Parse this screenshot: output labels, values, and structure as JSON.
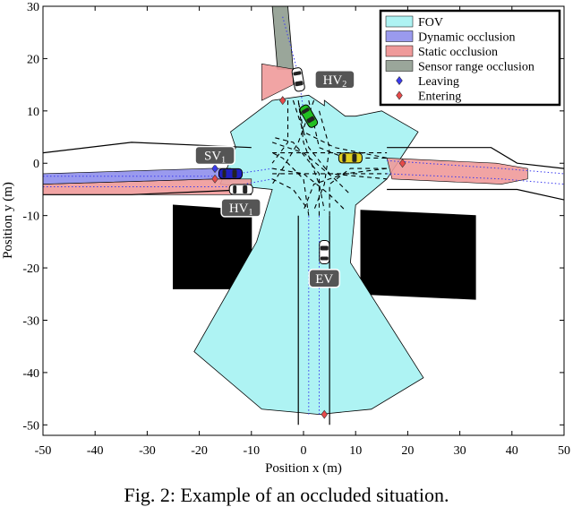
{
  "figure": {
    "caption": "Fig. 2: Example of an occluded situation."
  },
  "chart_data": {
    "type": "scatter",
    "title": "",
    "xlabel": "Position x (m)",
    "ylabel": "Position y (m)",
    "xlim": [
      -50,
      50
    ],
    "ylim": [
      -52,
      30
    ],
    "xticks": [
      -50,
      -40,
      -30,
      -20,
      -10,
      0,
      10,
      20,
      30,
      40,
      50
    ],
    "yticks": [
      -50,
      -40,
      -30,
      -20,
      -10,
      0,
      10,
      20,
      30
    ],
    "grid": false,
    "legend_position": "top-right",
    "legend": [
      {
        "label": "FOV",
        "kind": "patch",
        "color": "#aef3f3"
      },
      {
        "label": "Dynamic occlusion",
        "kind": "patch",
        "color": "#9a9aee"
      },
      {
        "label": "Static occlusion",
        "kind": "patch",
        "color": "#ef9a9a"
      },
      {
        "label": "Sensor range occlusion",
        "kind": "patch",
        "color": "#9aa69a"
      },
      {
        "label": "Leaving",
        "kind": "marker",
        "color": "#3a3aee"
      },
      {
        "label": "Entering",
        "kind": "marker",
        "color": "#e64a4a"
      }
    ],
    "regions": {
      "fov": [
        [
          -14,
          6
        ],
        [
          -6,
          12
        ],
        [
          1,
          13
        ],
        [
          4,
          11
        ],
        [
          4,
          12
        ],
        [
          8,
          9
        ],
        [
          10,
          9
        ],
        [
          15,
          10
        ],
        [
          22,
          6
        ],
        [
          16,
          -3
        ],
        [
          10,
          -8
        ],
        [
          9,
          -19
        ],
        [
          23,
          -41
        ],
        [
          13,
          -47
        ],
        [
          3,
          -48
        ],
        [
          -8,
          -47
        ],
        [
          -21,
          -36
        ],
        [
          -9,
          -15
        ],
        [
          -6,
          -5
        ],
        [
          -16,
          -4
        ],
        [
          -13,
          3
        ]
      ],
      "dynamic_occlusion": [
        [
          -50,
          -2
        ],
        [
          -18,
          -1
        ],
        [
          -14,
          -1
        ],
        [
          -14,
          -3
        ],
        [
          -17,
          -3
        ],
        [
          -50,
          -4
        ]
      ],
      "static_occlusion": [
        [
          [
            -50,
            -4
          ],
          [
            -17,
            -3
          ],
          [
            -10,
            -3
          ],
          [
            -10,
            -6
          ],
          [
            -50,
            -6
          ]
        ],
        [
          [
            16,
            1
          ],
          [
            37,
            0
          ],
          [
            43,
            -1
          ],
          [
            43,
            -3
          ],
          [
            38,
            -4
          ],
          [
            17,
            -3
          ]
        ],
        [
          [
            -8,
            19
          ],
          [
            -2,
            18
          ],
          [
            -2,
            15
          ],
          [
            -8,
            12
          ]
        ]
      ],
      "sensor_range_occlusion": [
        [
          -6,
          30
        ],
        [
          -3,
          30
        ],
        [
          -2,
          18
        ],
        [
          -5,
          18
        ]
      ],
      "buildings": [
        [
          [
            -25,
            -8
          ],
          [
            -10,
            -9
          ],
          [
            -10,
            -24
          ],
          [
            -25,
            -24
          ]
        ],
        [
          [
            11,
            -9
          ],
          [
            33,
            -10
          ],
          [
            33,
            -26
          ],
          [
            11,
            -25
          ]
        ]
      ]
    },
    "road_boundaries": [
      [
        [
          -50,
          2
        ],
        [
          -33,
          4
        ],
        [
          -10,
          3
        ]
      ],
      [
        [
          -50,
          -6
        ],
        [
          -33,
          -6
        ],
        [
          -10,
          -5
        ]
      ],
      [
        [
          16,
          3
        ],
        [
          36,
          3
        ],
        [
          41,
          0
        ],
        [
          50,
          -1
        ]
      ],
      [
        [
          16,
          -5
        ],
        [
          41,
          -5
        ],
        [
          50,
          -7
        ]
      ],
      [
        [
          -1,
          -50
        ],
        [
          -1,
          -10
        ]
      ],
      [
        [
          5,
          -50
        ],
        [
          5,
          -10
        ]
      ]
    ],
    "vehicles": [
      {
        "label": "HV",
        "sub": "2",
        "x": -1,
        "y": 16,
        "heading_deg": -80,
        "color": "#ffffff"
      },
      {
        "label": "",
        "sub": "",
        "x": 1,
        "y": 9,
        "heading_deg": -60,
        "color": "#22c022"
      },
      {
        "label": "SV",
        "sub": "1",
        "x": -14,
        "y": -2,
        "heading_deg": 0,
        "color": "#2020c0"
      },
      {
        "label": "HV",
        "sub": "1",
        "x": -12,
        "y": -5,
        "heading_deg": 0,
        "color": "#ffffff"
      },
      {
        "label": "",
        "sub": "",
        "x": 9,
        "y": 1,
        "heading_deg": 0,
        "color": "#e0d020"
      },
      {
        "label": "EV",
        "sub": "",
        "x": 4,
        "y": -17,
        "heading_deg": 90,
        "color": "#ffffff"
      }
    ],
    "tags": [
      {
        "label": "HV",
        "sub": "2",
        "x": 6,
        "y": 16
      },
      {
        "label": "SV",
        "sub": "1",
        "x": -17,
        "y": 1.5
      },
      {
        "label": "HV",
        "sub": "1",
        "x": -12,
        "y": -8.5
      },
      {
        "label": "EV",
        "sub": "",
        "x": 4,
        "y": -22
      }
    ],
    "markers": [
      {
        "kind": "leaving",
        "x": -17,
        "y": -1
      },
      {
        "kind": "entering",
        "x": -17,
        "y": -3
      },
      {
        "kind": "entering",
        "x": -4,
        "y": 12
      },
      {
        "kind": "entering",
        "x": 19,
        "y": 0
      },
      {
        "kind": "entering",
        "x": 4,
        "y": -48
      }
    ]
  }
}
